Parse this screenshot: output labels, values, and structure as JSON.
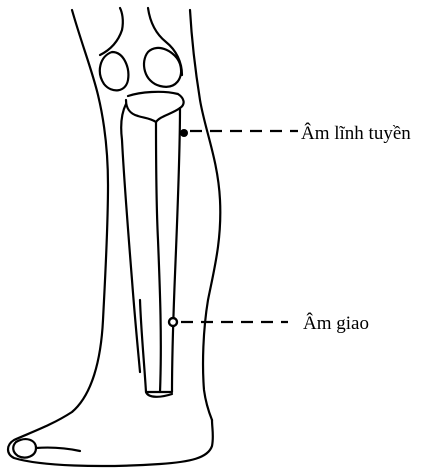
{
  "points": [
    {
      "id": "am-linh-tuyen",
      "label": "Âm lĩnh tuyền"
    },
    {
      "id": "am-giao",
      "label": "Âm giao"
    }
  ],
  "colors": {
    "ink": "#000000",
    "background": "#ffffff"
  }
}
